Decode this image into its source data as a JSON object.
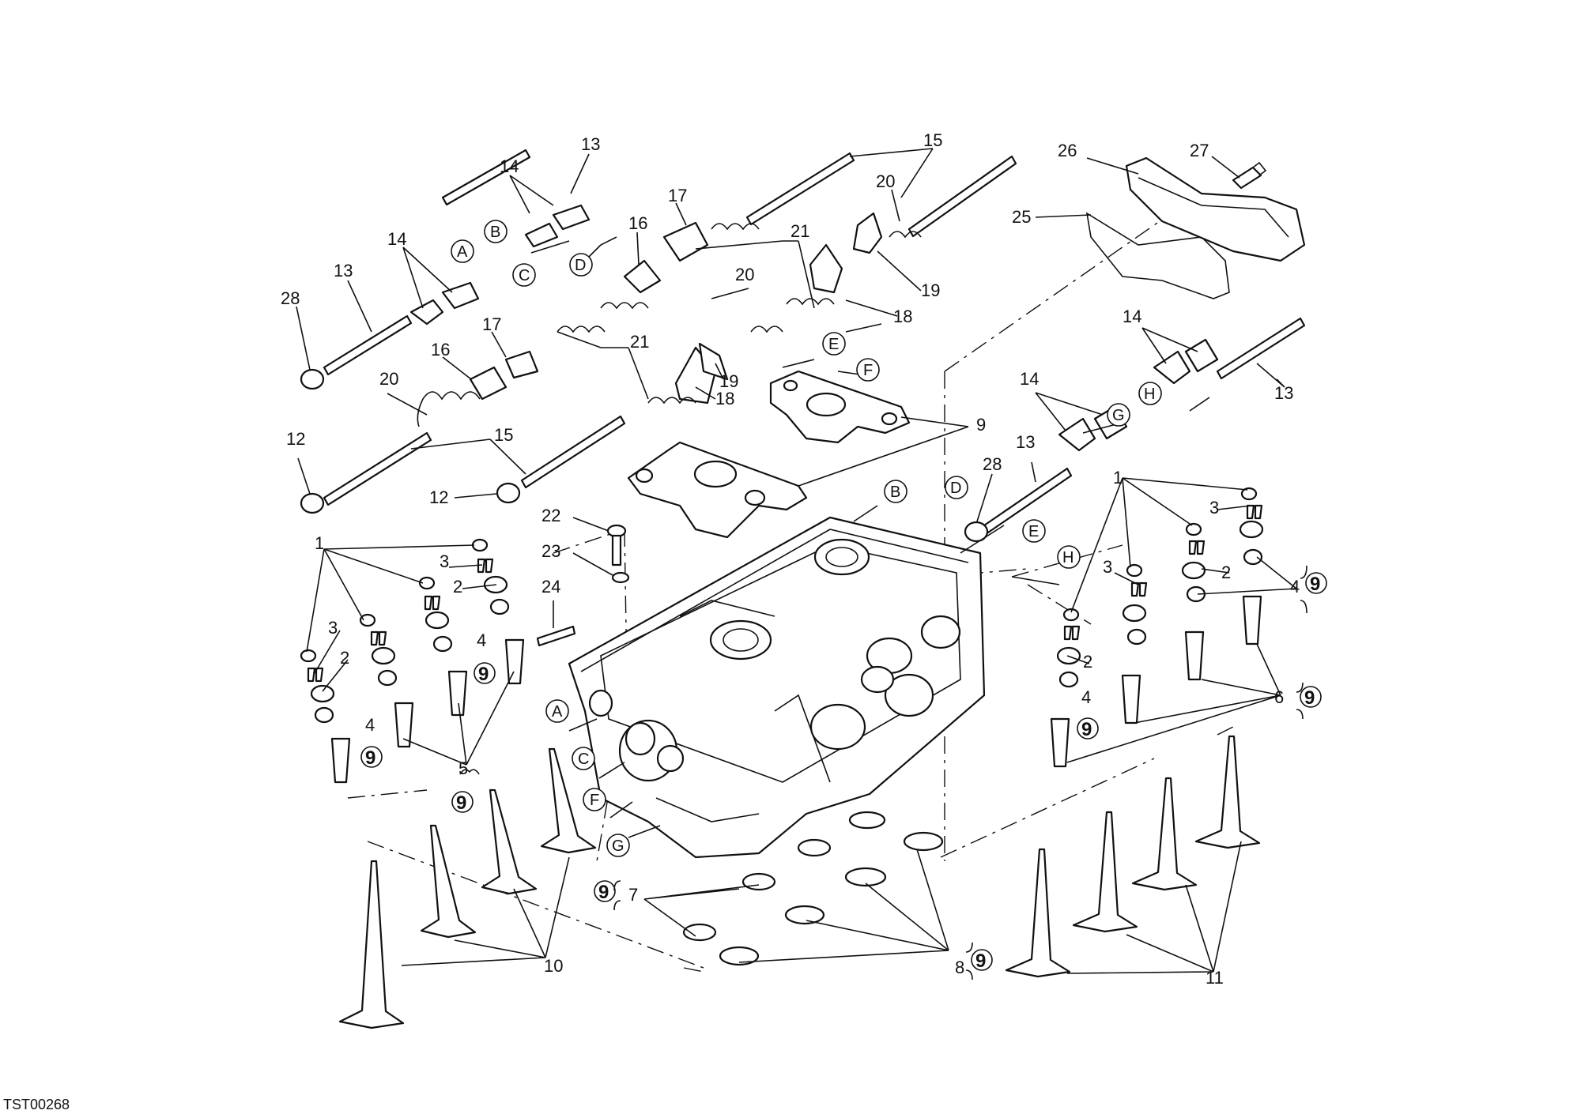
{
  "drawing_code": "TST00268",
  "callouts": {
    "c1a": "1",
    "c1b": "1",
    "c2a": "2",
    "c2b": "2",
    "c2c": "2",
    "c2d": "2",
    "c3a": "3",
    "c3b": "3",
    "c3c": "3",
    "c3d": "3",
    "c4a": "4",
    "c4b": "4",
    "c4c": "4",
    "c4d": "4",
    "c5": "5",
    "c6": "6",
    "c7": "7",
    "c8": "8",
    "c9": "9",
    "c10": "10",
    "c11": "11",
    "c12a": "12",
    "c12b": "12",
    "c13a": "13",
    "c13b": "13",
    "c13c": "13",
    "c13d": "13",
    "c14a": "14",
    "c14b": "14",
    "c14c": "14",
    "c14d": "14",
    "c15a": "15",
    "c15b": "15",
    "c16a": "16",
    "c16b": "16",
    "c17a": "17",
    "c17b": "17",
    "c18a": "18",
    "c18b": "18",
    "c19a": "19",
    "c19b": "19",
    "c20a": "20",
    "c20b": "20",
    "c20c": "20",
    "c21a": "21",
    "c21b": "21",
    "c22": "22",
    "c23": "23",
    "c24": "24",
    "c25": "25",
    "c26": "26",
    "c27": "27",
    "c28a": "28",
    "c28b": "28"
  },
  "references": {
    "A1": "A",
    "A2": "A",
    "B1": "B",
    "B2": "B",
    "C1": "C",
    "C2": "C",
    "D1": "D",
    "D2": "D",
    "E1": "E",
    "E2": "E",
    "F1": "F",
    "F2": "F",
    "G1": "G",
    "G2": "G",
    "H1": "H",
    "H2": "H"
  },
  "symbol_nine": "9"
}
